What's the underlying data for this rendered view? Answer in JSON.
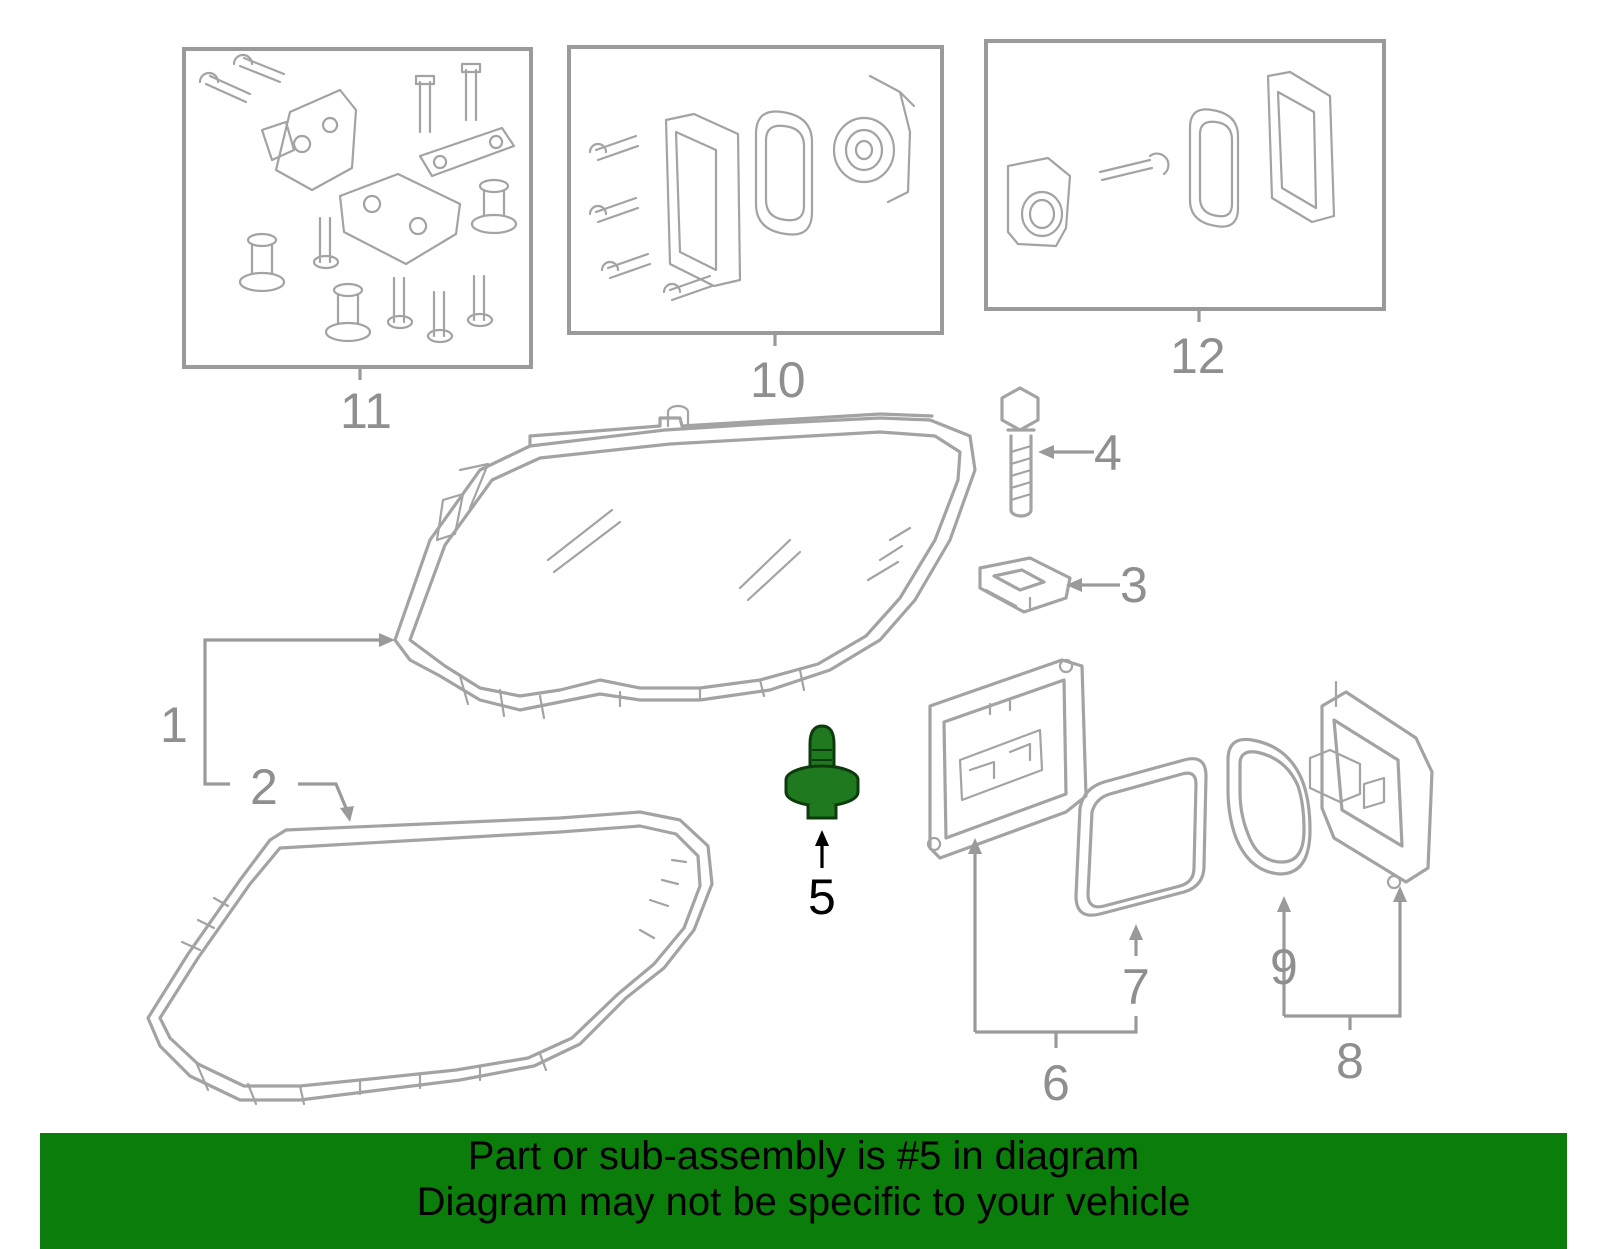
{
  "callouts": {
    "c1": "1",
    "c2": "2",
    "c3": "3",
    "c4": "4",
    "c5": "5",
    "c6": "6",
    "c7": "7",
    "c8": "8",
    "c9": "9",
    "c10": "10",
    "c11": "11",
    "c12": "12"
  },
  "highlight_part": "5",
  "colors": {
    "highlight": "#1f7a1f",
    "banner": "#0b7d0b",
    "lines": "#a3a3a3"
  },
  "banner": {
    "line1": "Part or sub-assembly is #5 in diagram",
    "line2": "Diagram may not be specific to your vehicle"
  }
}
